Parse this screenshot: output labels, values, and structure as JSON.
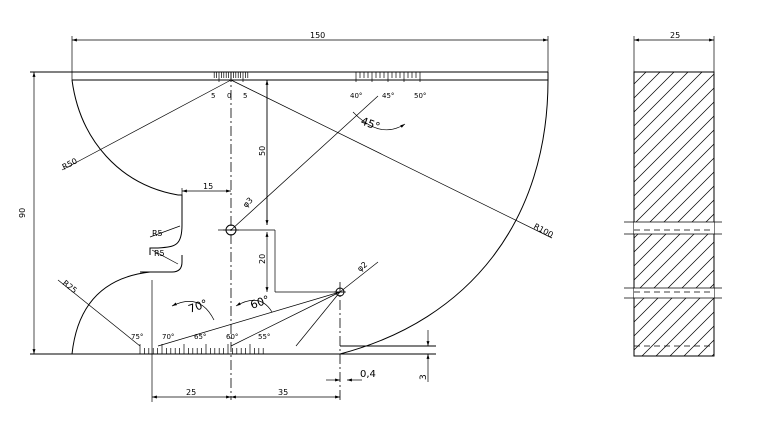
{
  "dimensions": {
    "overall_length": "150",
    "block_width": "25",
    "height": "90",
    "center_offset_50": "50",
    "center_offset_20": "20",
    "dim_15_top": "15",
    "dim_25_bottom": "25",
    "dim_35_bottom": "35",
    "slit_width": "0,4",
    "slit_depth": "3"
  },
  "radii": {
    "r50": "R50",
    "r100": "R100",
    "r25": "R25",
    "r5_upper": "R5",
    "r5_lower": "R5"
  },
  "holes": {
    "large": "φ3",
    "small": "φ2"
  },
  "scales": {
    "top_left": "5",
    "top_center": "0",
    "top_right": "5",
    "top_40": "40°",
    "top_45": "45°",
    "top_50": "50°",
    "bottom_75": "75°",
    "bottom_70": "70°",
    "bottom_65": "65°",
    "bottom_60": "60°",
    "bottom_55": "55°"
  },
  "angles": {
    "a45": "45°",
    "a70": "70°",
    "a60": "60°"
  }
}
